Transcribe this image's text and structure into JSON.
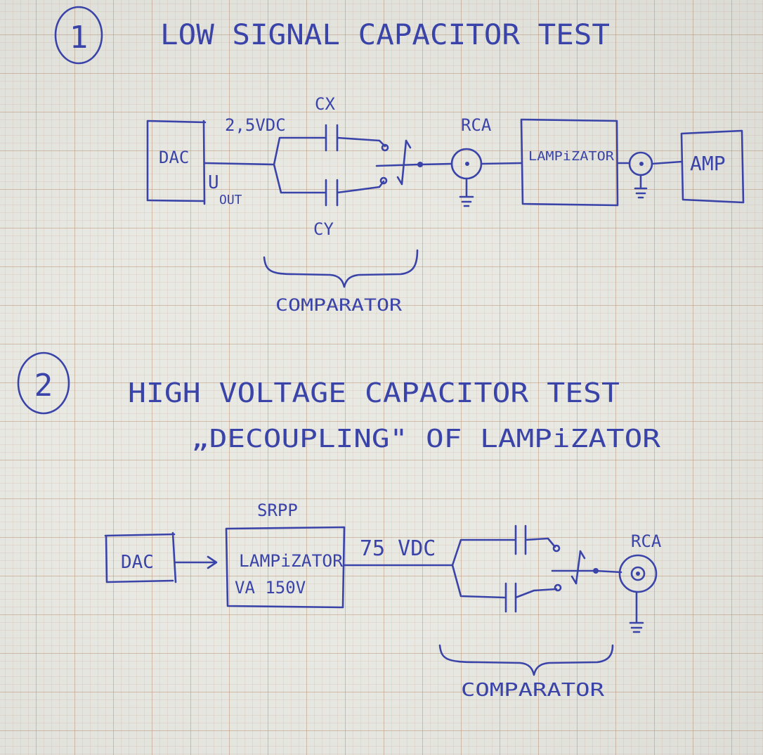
{
  "section1": {
    "number": "1",
    "title": "LOW SIGNAL CAPACITOR TEST",
    "dac": "DAC",
    "voltage": "2,5VDC",
    "vout_v": "U",
    "vout_sub": "OUT",
    "cap_x": "CX",
    "cap_y": "CY",
    "rca": "RCA",
    "lampizator": "LAMPiZATOR",
    "amp": "AMP",
    "comparator": "COMPARATOR"
  },
  "section2": {
    "number": "2",
    "title": "HIGH VOLTAGE CAPACITOR TEST",
    "subtitle": "„DECOUPLING\" OF LAMPiZATOR",
    "dac": "DAC",
    "srpp": "SRPP",
    "lampizator": "LAMPiZATOR",
    "va": "VA 150V",
    "voltage": "75 VDC",
    "rca": "RCA",
    "comparator": "COMPARATOR"
  },
  "colors": {
    "ink": "#3a44a8",
    "paper": "#e9e9e4",
    "grid": "#be9678"
  }
}
